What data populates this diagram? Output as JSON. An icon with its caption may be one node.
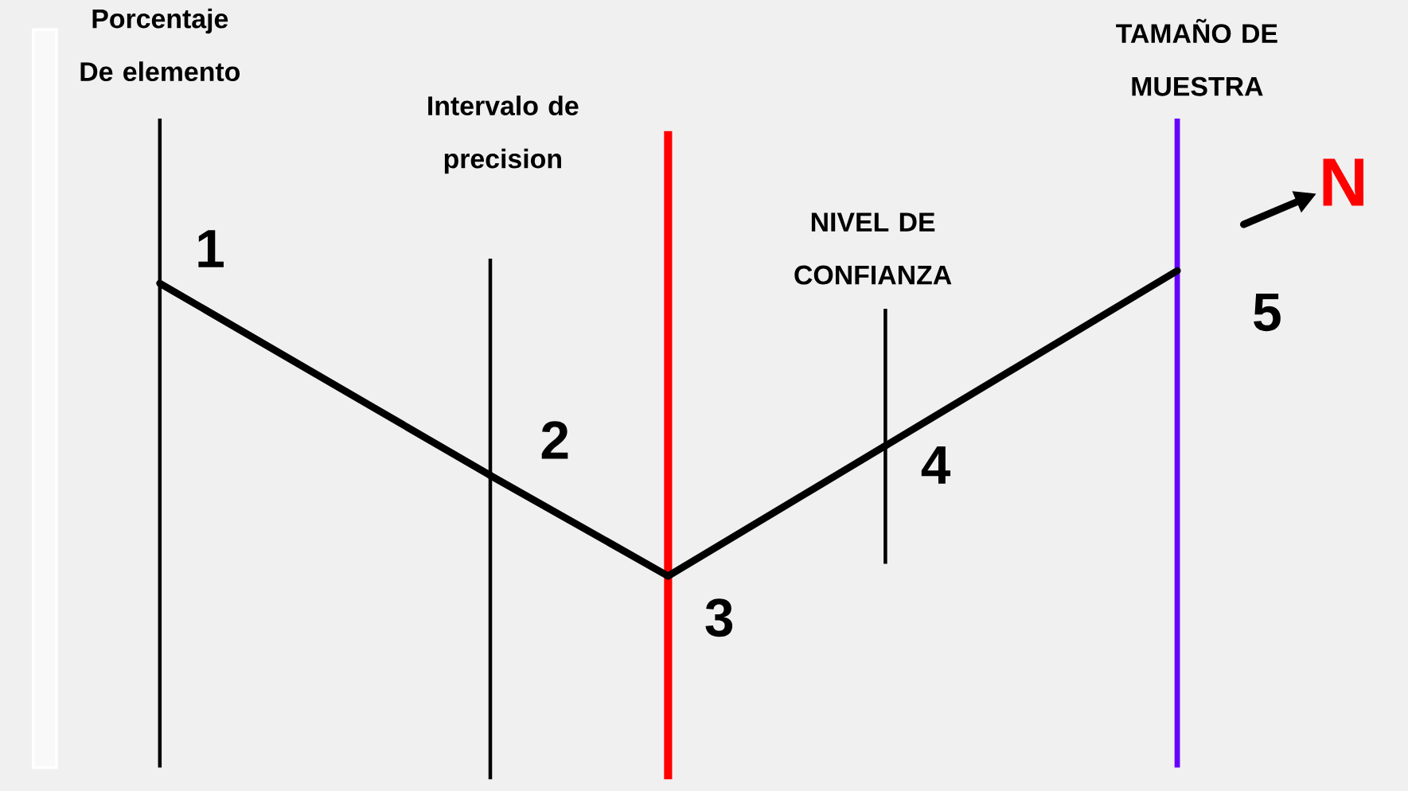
{
  "diagram": {
    "nodes": [
      {
        "text": [
          "Porcentaje De elemento"
        ],
        "beside": [
          "1"
        ]
      },
      {
        "text": [
          "Intervalo de precision"
        ],
        "beside": [
          "2"
        ]
      },
      {
        "text": [],
        "shape": "bar",
        "beside": [
          "3"
        ]
      },
      {
        "text": [
          "NIVEL DE CONFIANZA"
        ],
        "beside": [
          "4"
        ]
      },
      {
        "text": [
          "TAMAÑO DE MUESTRA"
        ],
        "beside": [
          "5"
        ]
      },
      {
        "text": [
          "N"
        ]
      }
    ],
    "edges": [
      {
        "from": 0,
        "to": 1,
        "arrow": "none"
      },
      {
        "from": 1,
        "to": 2,
        "arrow": "none"
      },
      {
        "from": 2,
        "to": 3,
        "arrow": "none"
      },
      {
        "from": 3,
        "to": 4,
        "arrow": "none"
      },
      {
        "from": null,
        "to": 5,
        "arrow": "to"
      }
    ]
  }
}
